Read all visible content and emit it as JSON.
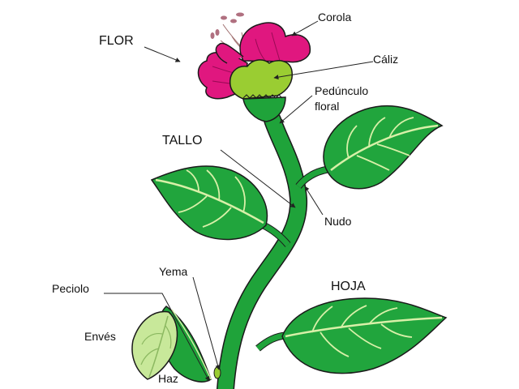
{
  "labels": {
    "flor": "FLOR",
    "corola": "Corola",
    "caliz": "Cáliz",
    "peduncle_line1": "Pedúnculo",
    "peduncle_line2": "floral",
    "tallo": "TALLO",
    "nudo": "Nudo",
    "yema": "Yema",
    "peciolo": "Peciolo",
    "hoja": "HOJA",
    "enves": "Envés",
    "haz": "Haz"
  },
  "colors": {
    "stem": "#1fa33a",
    "leaf": "#21a53d",
    "vein": "#d8f0a8",
    "petal": "#e0177f",
    "sepal": "#9acd32",
    "back_leaf": "#c8e89a",
    "outline": "#1a1a1a"
  }
}
